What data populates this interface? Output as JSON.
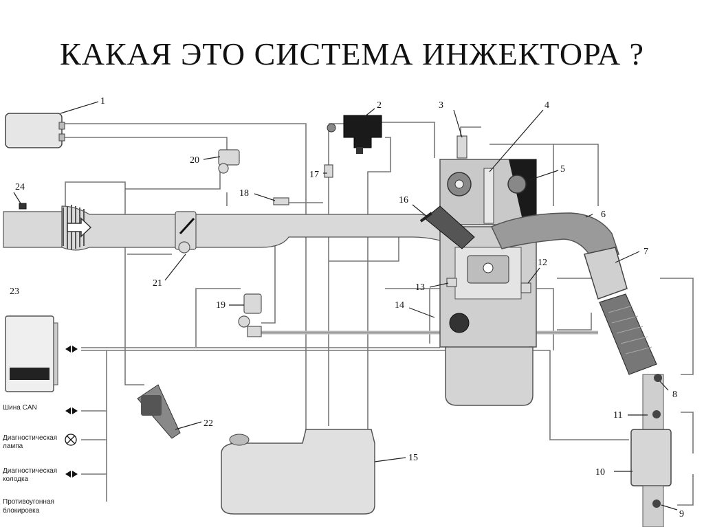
{
  "title": "КАКАЯ ЭТО СИСТЕМА ИНЖЕКТОРА ?",
  "labels": {
    "n1": "1",
    "n2": "2",
    "n3": "3",
    "n4": "4",
    "n5": "5",
    "n6": "6",
    "n7": "7",
    "n8": "8",
    "n9": "9",
    "n10": "10",
    "n11": "11",
    "n12": "12",
    "n13": "13",
    "n14": "14",
    "n15": "15",
    "n16": "16",
    "n17": "17",
    "n18": "18",
    "n19": "19",
    "n20": "20",
    "n21": "21",
    "n22": "22",
    "n23": "23",
    "n24": "24"
  },
  "side_labels": {
    "can_bus": "Шина CAN",
    "diag_lamp_1": "Диагностическая",
    "diag_lamp_2": "лампа",
    "diag_conn_1": "Диагностическая",
    "diag_conn_2": "колодка",
    "immo_1": "Противоугонная",
    "immo_2": "блокировка"
  },
  "colors": {
    "wire": "#777777",
    "part": "#d9d9d9",
    "dark": "#333333"
  },
  "icons": [
    "double-arrow-icon",
    "lamp-cross-icon",
    "flow-arrow-icon"
  ]
}
